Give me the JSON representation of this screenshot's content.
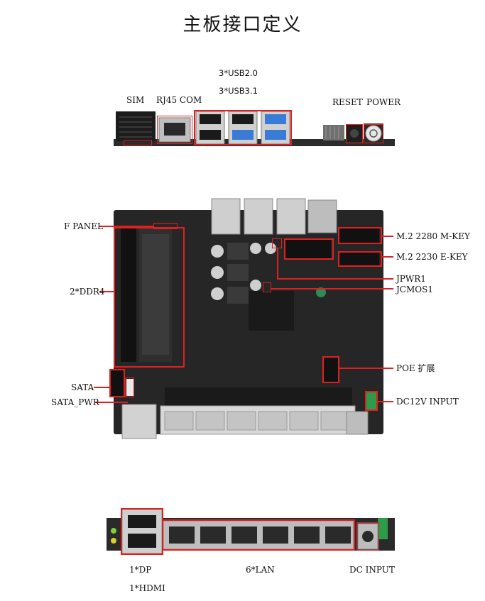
{
  "title": "主板接口定义",
  "top_panel": {
    "usb2": "3*USB2.0",
    "usb3": "3*USB3.1",
    "sim": "SIM",
    "rj45": "RJ45 COM",
    "reset": "RESET",
    "power": "POWER"
  },
  "board": {
    "f_panel": "F PANEL",
    "ddr4": "2*DDR4",
    "sata": "SATA",
    "sata_pwr": "SATA_PWR",
    "m2_2280": "M.2 2280 M-KEY",
    "m2_2230": "M.2 2230 E-KEY",
    "jpwr1": "JPWR1",
    "jcmos1": "JCMOS1",
    "poe": "POE 扩展",
    "dc12v": "DC12V INPUT"
  },
  "bottom_panel": {
    "dp": "1*DP",
    "hdmi": "1*HDMI",
    "lan": "6*LAN",
    "dc": "DC INPUT"
  },
  "colors": {
    "highlight": "#e02020",
    "pcb": "#262626",
    "usb3_blue": "#3a7bd5",
    "metal": "#c8c8c8"
  }
}
